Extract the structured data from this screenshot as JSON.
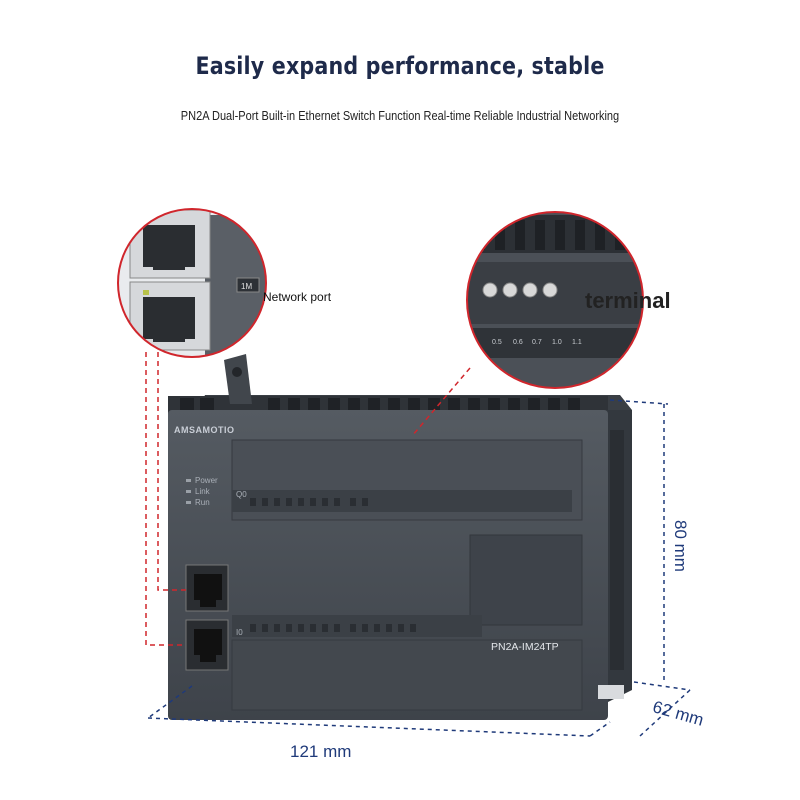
{
  "headline": "Easily expand performance, stable",
  "subheadline": "PN2A Dual-Port Built-in Ethernet Switch Function Real-time Reliable Industrial Networking",
  "callouts": {
    "network_port": "Network port",
    "terminal": "terminal"
  },
  "device": {
    "brand": "AMSAMOTIO",
    "model": "PN2A-IM24TP",
    "leds": [
      "Power",
      "Link",
      "Run"
    ],
    "port_tag": "1M",
    "io_top_label": "Q0",
    "io_bottom_label": "I0",
    "terminal_numbers": [
      "0.5",
      "0.6",
      "0.7",
      "1.0",
      "1.1"
    ]
  },
  "dimensions": {
    "height": "80 mm",
    "depth": "62 mm",
    "width": "121 mm"
  },
  "colors": {
    "accent_red": "#d0262c",
    "dimension_blue": "#1f3a7a",
    "headline": "#1e2a4a",
    "device_body": "#4b5158"
  }
}
